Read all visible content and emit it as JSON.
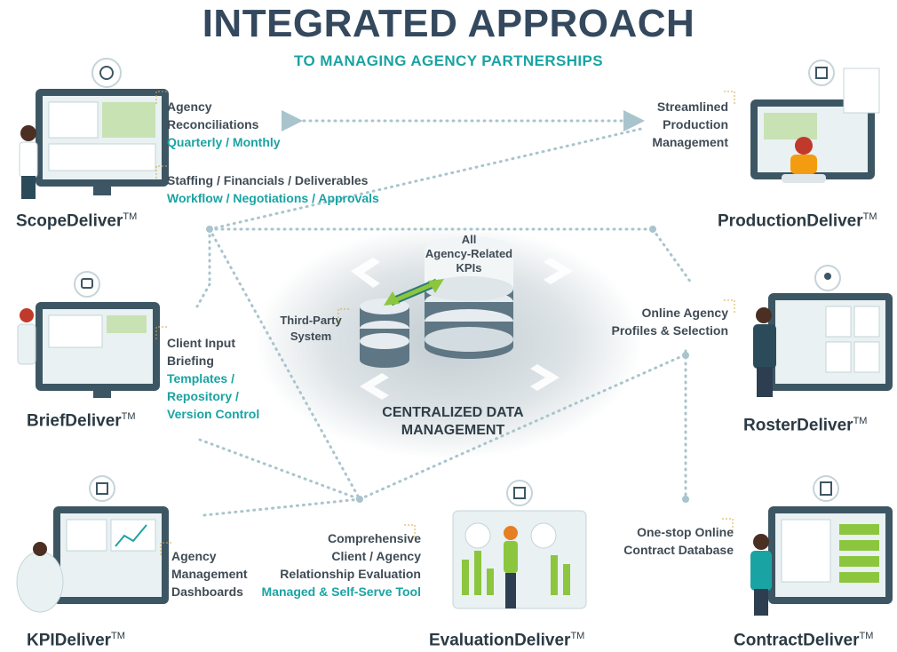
{
  "header": {
    "title": "INTEGRATED APPROACH",
    "subtitle": "TO MANAGING AGENCY PARTNERSHIPS"
  },
  "center": {
    "kpis": [
      "All",
      "Agency-Related",
      "KPIs"
    ],
    "third_party": [
      "Third-Party",
      "System"
    ],
    "title": [
      "CENTRALIZED DATA",
      "MANAGEMENT"
    ]
  },
  "products": {
    "scope": {
      "name": "ScopeDeliver",
      "tm": "TM"
    },
    "production": {
      "name": "ProductionDeliver",
      "tm": "TM"
    },
    "brief": {
      "name": "BriefDeliver",
      "tm": "TM"
    },
    "roster": {
      "name": "RosterDeliver",
      "tm": "TM"
    },
    "kpi": {
      "name": "KPIDeliver",
      "tm": "TM"
    },
    "evaluation": {
      "name": "EvaluationDeliver",
      "tm": "TM"
    },
    "contract": {
      "name": "ContractDeliver",
      "tm": "TM"
    }
  },
  "features": {
    "scope_reconciliations": {
      "dark": [
        "Agency",
        "Reconciliations"
      ],
      "teal": [
        "Quarterly / Monthly"
      ]
    },
    "scope_staffing": {
      "dark": [
        "Staffing / Financials / Deliverables"
      ],
      "teal": [
        "Workflow / Negotiations / Approvals"
      ]
    },
    "production": {
      "dark": [
        "Streamlined",
        "Production",
        "Management"
      ],
      "teal": []
    },
    "brief": {
      "dark": [
        "Client Input",
        "Briefing"
      ],
      "teal": [
        "Templates /",
        "Repository /",
        "Version Control"
      ]
    },
    "roster": {
      "dark": [
        "Online Agency",
        "Profiles & Selection"
      ],
      "teal": []
    },
    "kpi": {
      "dark": [
        "Agency",
        "Management",
        "Dashboards"
      ],
      "teal": []
    },
    "evaluation": {
      "dark": [
        "Comprehensive",
        "Client / Agency",
        "Relationship Evaluation"
      ],
      "teal": [
        "Managed & Self-Serve Tool"
      ]
    },
    "contract": {
      "dark": [
        "One-stop Online",
        "Contract Database"
      ],
      "teal": []
    }
  },
  "icons": [
    "target-icon",
    "chat-icon",
    "profile-icon",
    "checklist-icon",
    "bar-chart-icon",
    "document-icon",
    "database-icon",
    "monitor-icon",
    "person-icon"
  ],
  "colors": {
    "title": "#34495e",
    "accent": "#1aa3a3",
    "dark_text": "#3f4b55",
    "green": "#8cc63f",
    "dots": "#a9c4cc"
  }
}
